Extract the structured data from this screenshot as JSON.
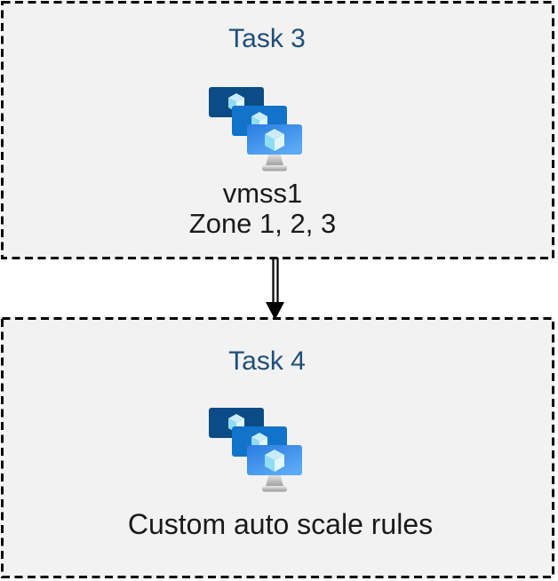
{
  "page": {
    "background": "#ffffff"
  },
  "diagram": {
    "type": "task-flow",
    "boxes": [
      {
        "title": "Task 3",
        "icon": "vm-scale-sets",
        "labels": [
          "vmss1",
          "Zone 1, 2, 3"
        ]
      },
      {
        "title": "Task 4",
        "icon": "vm-scale-sets",
        "labels": [
          "Custom auto scale rules"
        ]
      }
    ],
    "connector": {
      "type": "double-line-arrow",
      "direction": "down",
      "from": "Task 3",
      "to": "Task 4"
    },
    "colors": {
      "box_fill": "#f2f2f2",
      "box_border": "#000000",
      "title_text": "#1f4e79",
      "body_text": "#1a1a1a",
      "icon_monitor_back": "#0b4c86",
      "icon_monitor_middle": "#1173c9",
      "icon_monitor_front_top": "#2a7be0",
      "icon_monitor_front_bottom": "#5babf6",
      "icon_cube_top": "#c9edfb",
      "icon_cube_left": "#8fdcf7",
      "icon_cube_right": "#e0f6fe",
      "icon_stand_light": "#ebebeb",
      "icon_stand_dark": "#989898"
    }
  }
}
